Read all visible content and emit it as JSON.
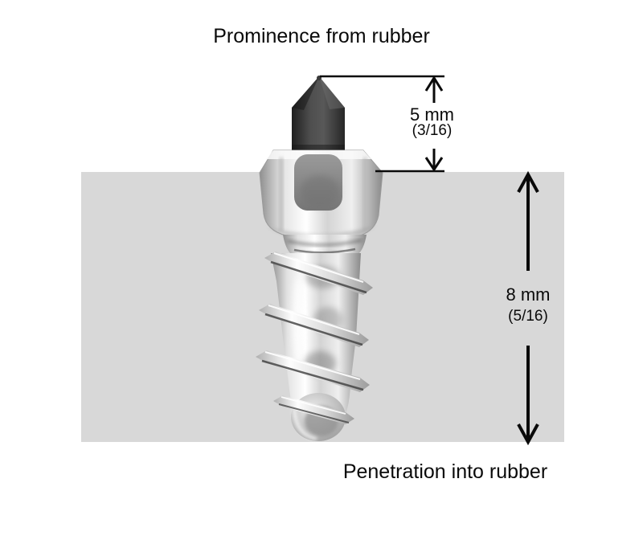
{
  "diagram": {
    "title_top": "Prominence from rubber",
    "title_bottom": "Penetration into rubber",
    "measurements": {
      "prominence": {
        "metric": "5 mm",
        "imperial": "(3/16)"
      },
      "penetration": {
        "metric": "8 mm",
        "imperial": "(5/16)"
      }
    },
    "colors": {
      "background": "#ffffff",
      "rubber_band": "#d8d8d8",
      "dimension_lines": "#0a0a0a",
      "text": "#0a0a0a",
      "pin_dark": "#3a3a3a",
      "metal_highlight": "#ffffff",
      "metal_mid": "#c4c4c4",
      "metal_shadow": "#7a7a7a"
    }
  }
}
